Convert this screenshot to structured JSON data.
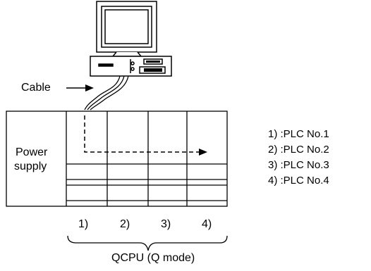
{
  "diagram": {
    "cable_label": "Cable",
    "power_supply_label_line1": "Power",
    "power_supply_label_line2": "supply",
    "slot_labels": [
      "1)",
      "2)",
      "3)",
      "4)"
    ],
    "group_label": "QCPU (Q mode)",
    "legend": [
      "1) :PLC No.1",
      "2) :PLC No.2",
      "3) :PLC No.3",
      "4) :PLC No.4"
    ]
  }
}
